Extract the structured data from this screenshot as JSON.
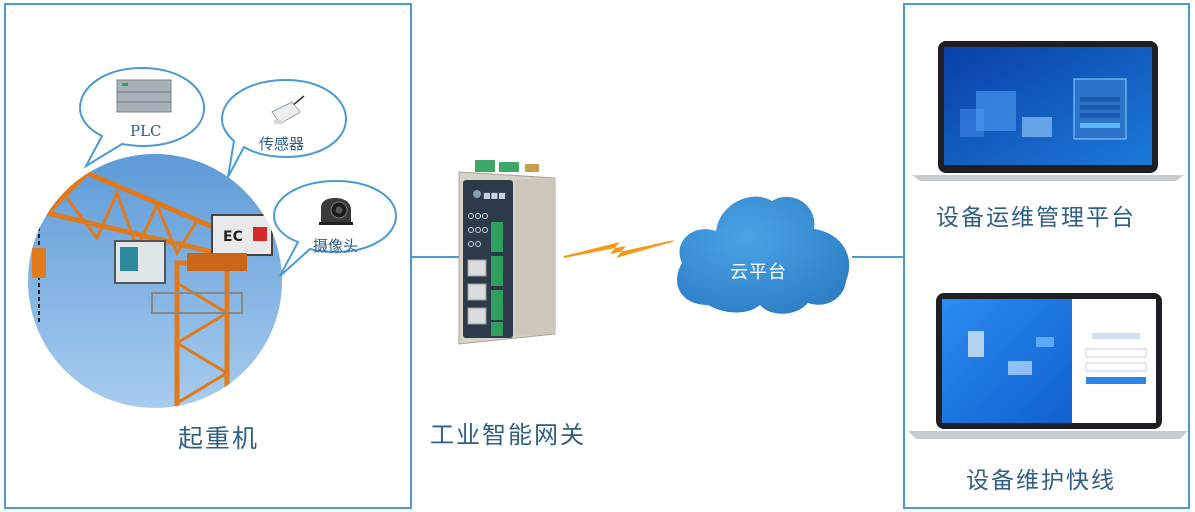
{
  "diagram": {
    "title": "",
    "colors": {
      "border": "#4a9ad6",
      "caption_text": "#2e5f86",
      "cloud": "#3a8fd6",
      "lightning": "#f39a1a",
      "crane_orange": "#e07a1c",
      "sky": "#7fb4e4"
    },
    "site": {
      "label": "起重机",
      "bubbles": [
        {
          "label": "PLC",
          "icon": "plc-icon"
        },
        {
          "label": "传感器",
          "icon": "sensor-icon"
        },
        {
          "label": "摄像头",
          "icon": "camera-icon"
        }
      ]
    },
    "gateway": {
      "label": "工业智能网关"
    },
    "cloud": {
      "label": "云平台"
    },
    "platforms": [
      {
        "label": "设备运维管理平台"
      },
      {
        "label": "设备维护快线"
      }
    ],
    "connections": [
      {
        "from": "site",
        "to": "gateway",
        "type": "wired"
      },
      {
        "from": "gateway",
        "to": "cloud",
        "type": "wireless"
      },
      {
        "from": "cloud",
        "to": "platforms",
        "type": "wired"
      }
    ]
  }
}
